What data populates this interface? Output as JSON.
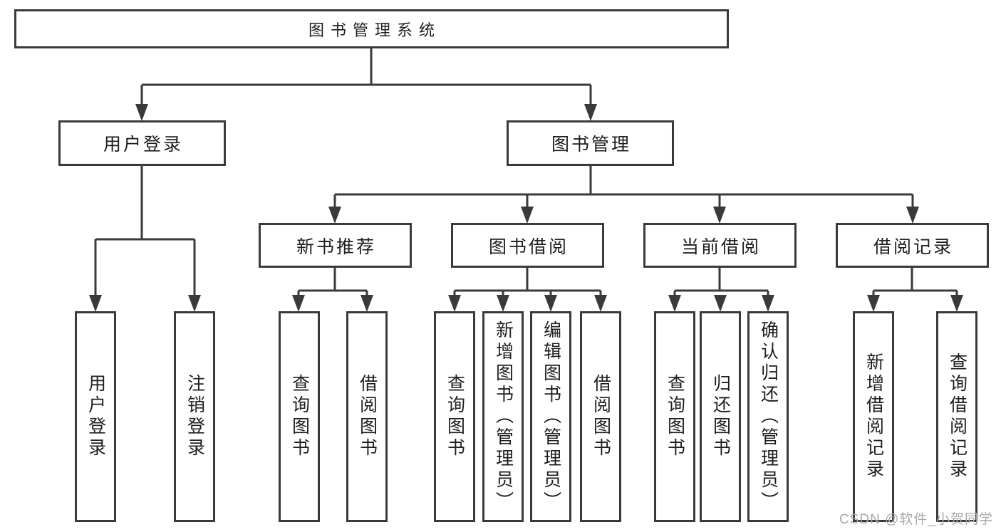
{
  "tree": {
    "root": "图书管理系统",
    "login": "用户登录",
    "manage": "图书管理",
    "login_children": [
      "用户登录",
      "注销登录"
    ],
    "manage_children": [
      "新书推荐",
      "图书借阅",
      "当前借阅",
      "借阅记录"
    ],
    "newbook_children": [
      "查询图书",
      "借阅图书"
    ],
    "borrow_children": [
      "查询图书",
      "新增图书（管理员）",
      "编辑图书（管理员）",
      "借阅图书"
    ],
    "current_children": [
      "查询图书",
      "归还图书",
      "确认归还（管理员）"
    ],
    "record_children": [
      "新增借阅记录",
      "查询借阅记录"
    ]
  },
  "watermark": "CSDN @软件_小贺同学",
  "colors": {
    "line": "#3a3a3a",
    "text": "#1e1e1e",
    "background": "#ffffff",
    "watermark": "#a8a8a8"
  }
}
